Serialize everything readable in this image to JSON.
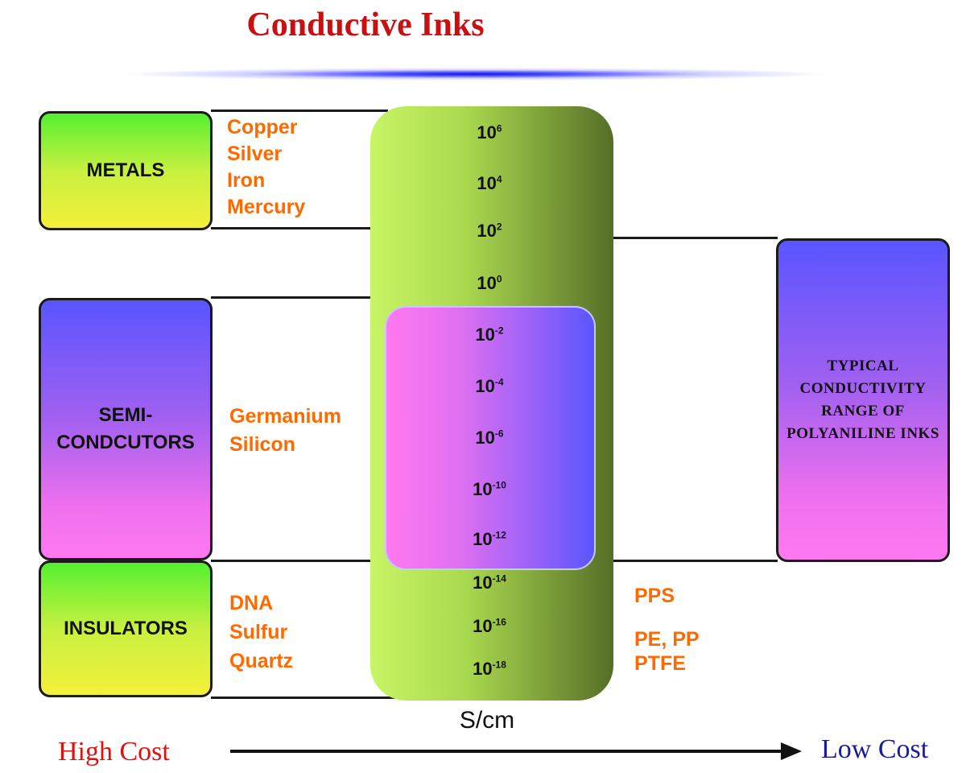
{
  "title": "Conductive Inks",
  "categories": {
    "metals": "METALS",
    "semiconductors_line1": "SEMI-",
    "semiconductors_line2": "CONDCUTORS",
    "insulators": "INSULATORS"
  },
  "materials": {
    "metals": [
      "Copper",
      "Silver",
      "Iron",
      "Mercury"
    ],
    "semiconductors": [
      "Germanium",
      "Silicon"
    ],
    "insulators": [
      "DNA",
      "Sulfur",
      "Quartz"
    ],
    "polymers": [
      "PPS",
      "PE, PP",
      "PTFE"
    ]
  },
  "scale": {
    "ticks": [
      {
        "base": "10",
        "exp": "6"
      },
      {
        "base": "10",
        "exp": "4"
      },
      {
        "base": "10",
        "exp": "2"
      },
      {
        "base": "10",
        "exp": "0"
      },
      {
        "base": "10",
        "exp": "-2"
      },
      {
        "base": "10",
        "exp": "-4"
      },
      {
        "base": "10",
        "exp": "-6"
      },
      {
        "base": "10",
        "exp": "-10"
      },
      {
        "base": "10",
        "exp": "-12"
      },
      {
        "base": "10",
        "exp": "-14"
      },
      {
        "base": "10",
        "exp": "-16"
      },
      {
        "base": "10",
        "exp": "-18"
      }
    ],
    "unit": "S/cm"
  },
  "polyaniline_label": "TYPICAL CONDUCTIVITY RANGE OF POLYANILINE INKS",
  "cost": {
    "high": "High Cost",
    "low": "Low Cost"
  }
}
